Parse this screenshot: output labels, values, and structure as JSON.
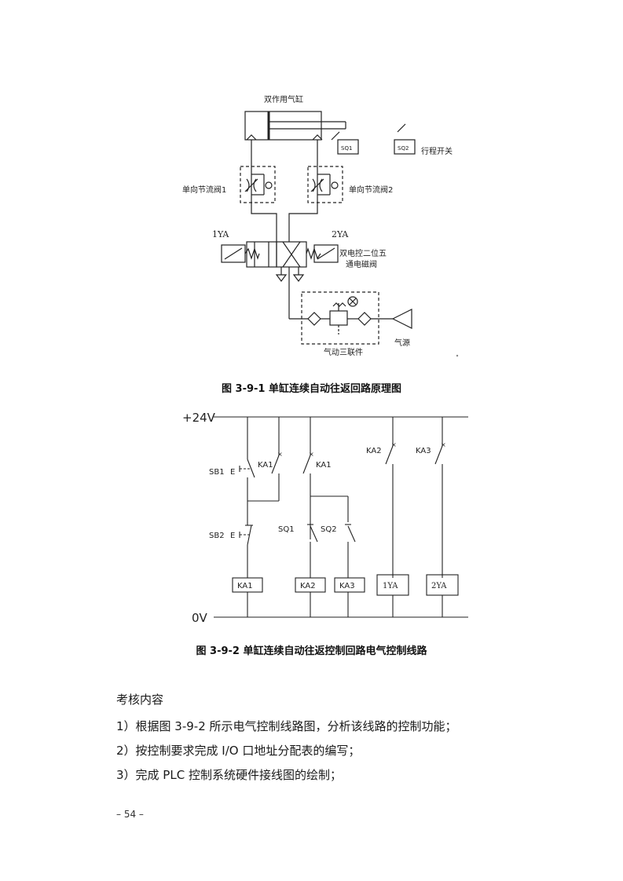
{
  "figure1": {
    "cylinder_label": "双作用气缸",
    "sq1": "SQ1",
    "sq2": "SQ2",
    "switch_label": "行程开关",
    "throttle1": "单向节流阀1",
    "throttle2": "单向节流阀2",
    "coil1": "1YA",
    "coil2": "2YA",
    "valve_line1": "双电控二位五",
    "valve_line2": "通电磁阀",
    "air_source": "气源",
    "frl_unit": "气动三联件",
    "caption": "图 3-9-1  单缸连续自动往返回路原理图"
  },
  "figure2": {
    "supply": "+24V",
    "ground": "0V",
    "sb1": "SB1",
    "sb2": "SB2",
    "ka1_contact_a": "KA1",
    "ka1_contact_b": "KA1",
    "ka2_contact": "KA2",
    "ka3_contact": "KA3",
    "sq1": "SQ1",
    "sq2": "SQ2",
    "coil_ka1": "KA1",
    "coil_ka2": "KA2",
    "coil_ka3": "KA3",
    "coil_1ya": "1YA",
    "coil_2ya": "2YA",
    "caption": "图 3-9-2  单缸连续自动往返控制回路电气控制线路"
  },
  "assessment": {
    "heading": "考核内容",
    "items": [
      "1）根据图 3-9-2 所示电气控制线路图，分析该线路的控制功能；",
      "2）按控制要求完成 I/O 口地址分配表的编写；",
      "3）完成 PLC 控制系统硬件接线图的绘制；"
    ]
  },
  "page_number": "– 54 –"
}
